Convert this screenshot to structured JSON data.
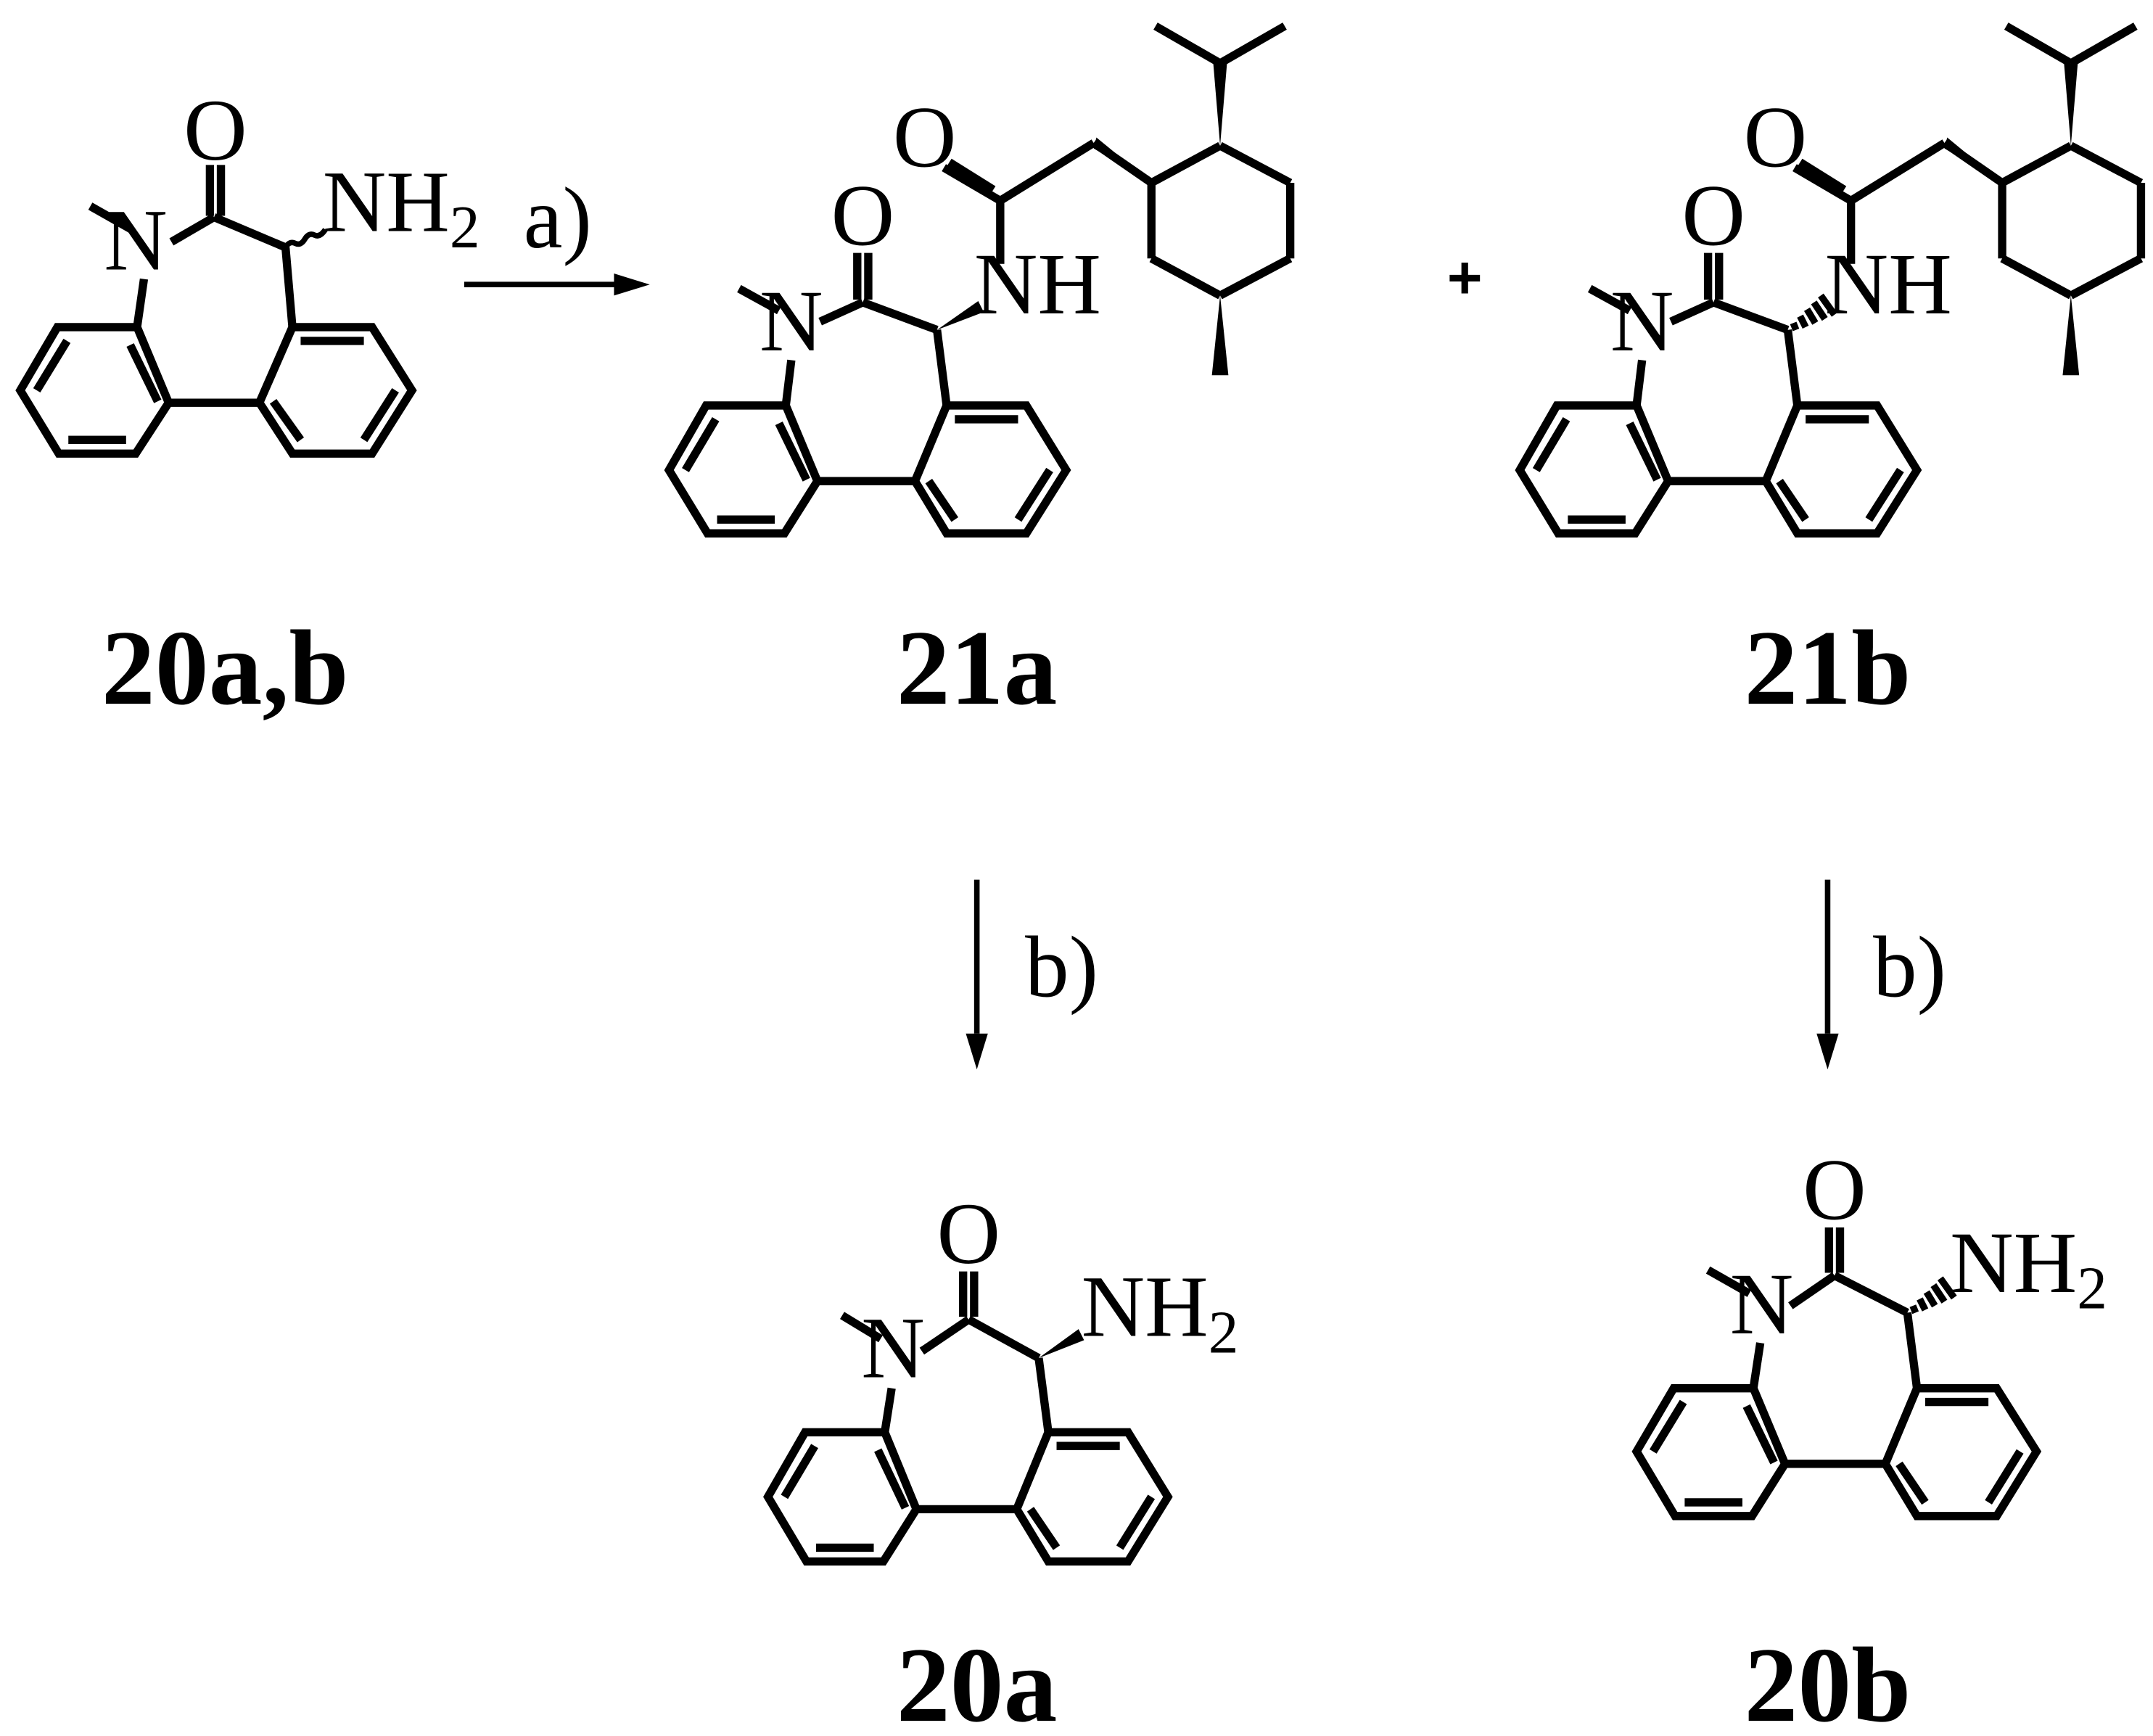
{
  "atoms": {
    "oxygen": "O",
    "nitrogen": "N",
    "amine": "NH",
    "amine_h2_base": "NH",
    "amine_h2_sub": "2"
  },
  "conditions": {
    "step_a": "a)",
    "step_b": "b)"
  },
  "plus_sign": "+",
  "compounds": {
    "racemate": "20a,b",
    "amide_a": "21a",
    "amide_b": "21b",
    "enantiomer_a": "20a",
    "enantiomer_b": "20b"
  }
}
